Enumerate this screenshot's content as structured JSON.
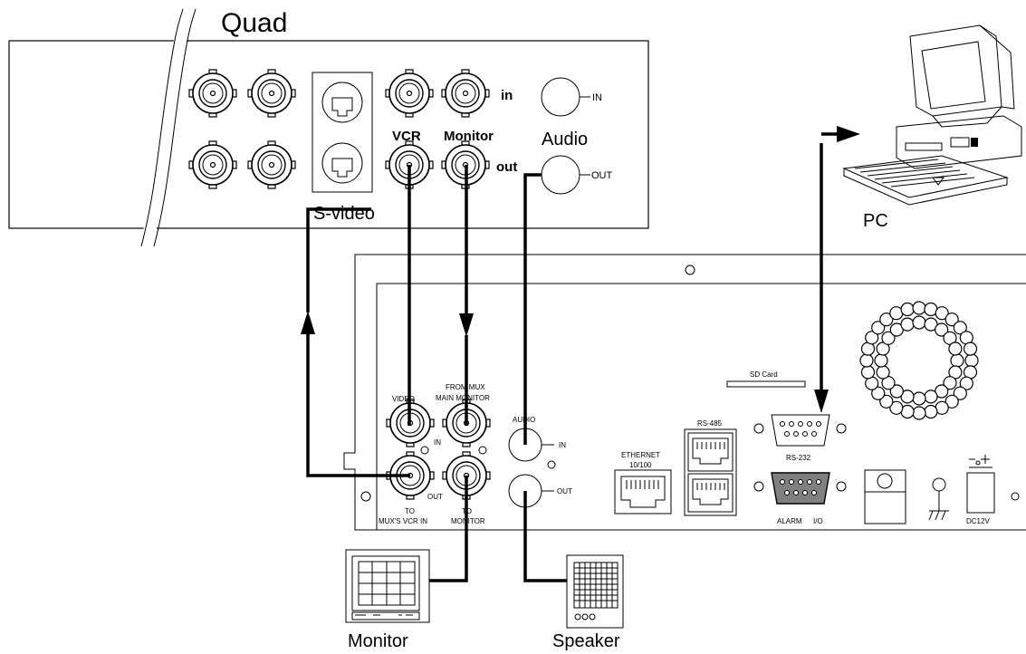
{
  "quad": {
    "title": "Quad",
    "svideo_label": "S-video",
    "in_label": "in",
    "out_label": "out",
    "vcr_label": "VCR",
    "monitor_label": "Monitor",
    "audio_label": "Audio",
    "audio_in": "IN",
    "audio_out": "OUT"
  },
  "pc": {
    "label": "PC"
  },
  "dvr": {
    "video_label": "VIDEO",
    "from_mux_1": "FROM MUX",
    "from_mux_2": "MAIN MONITOR",
    "video_in": "IN",
    "video_out": "OUT",
    "to_vcr_1": "TO",
    "to_vcr_2": "MUX'S VCR IN",
    "to_mon_1": "TO",
    "to_mon_2": "MONITOR",
    "audio_label": "AUDIO",
    "audio_in": "IN",
    "audio_out": "OUT",
    "ethernet_1": "ETHERNET",
    "ethernet_2": "10/100",
    "rs485": "RS-485",
    "sd_card": "SD Card",
    "rs232": "RS-232",
    "alarm": "ALARM",
    "io": "I/O",
    "dc12v": "DC12V"
  },
  "devices": {
    "monitor_label": "Monitor",
    "speaker_label": "Speaker"
  }
}
